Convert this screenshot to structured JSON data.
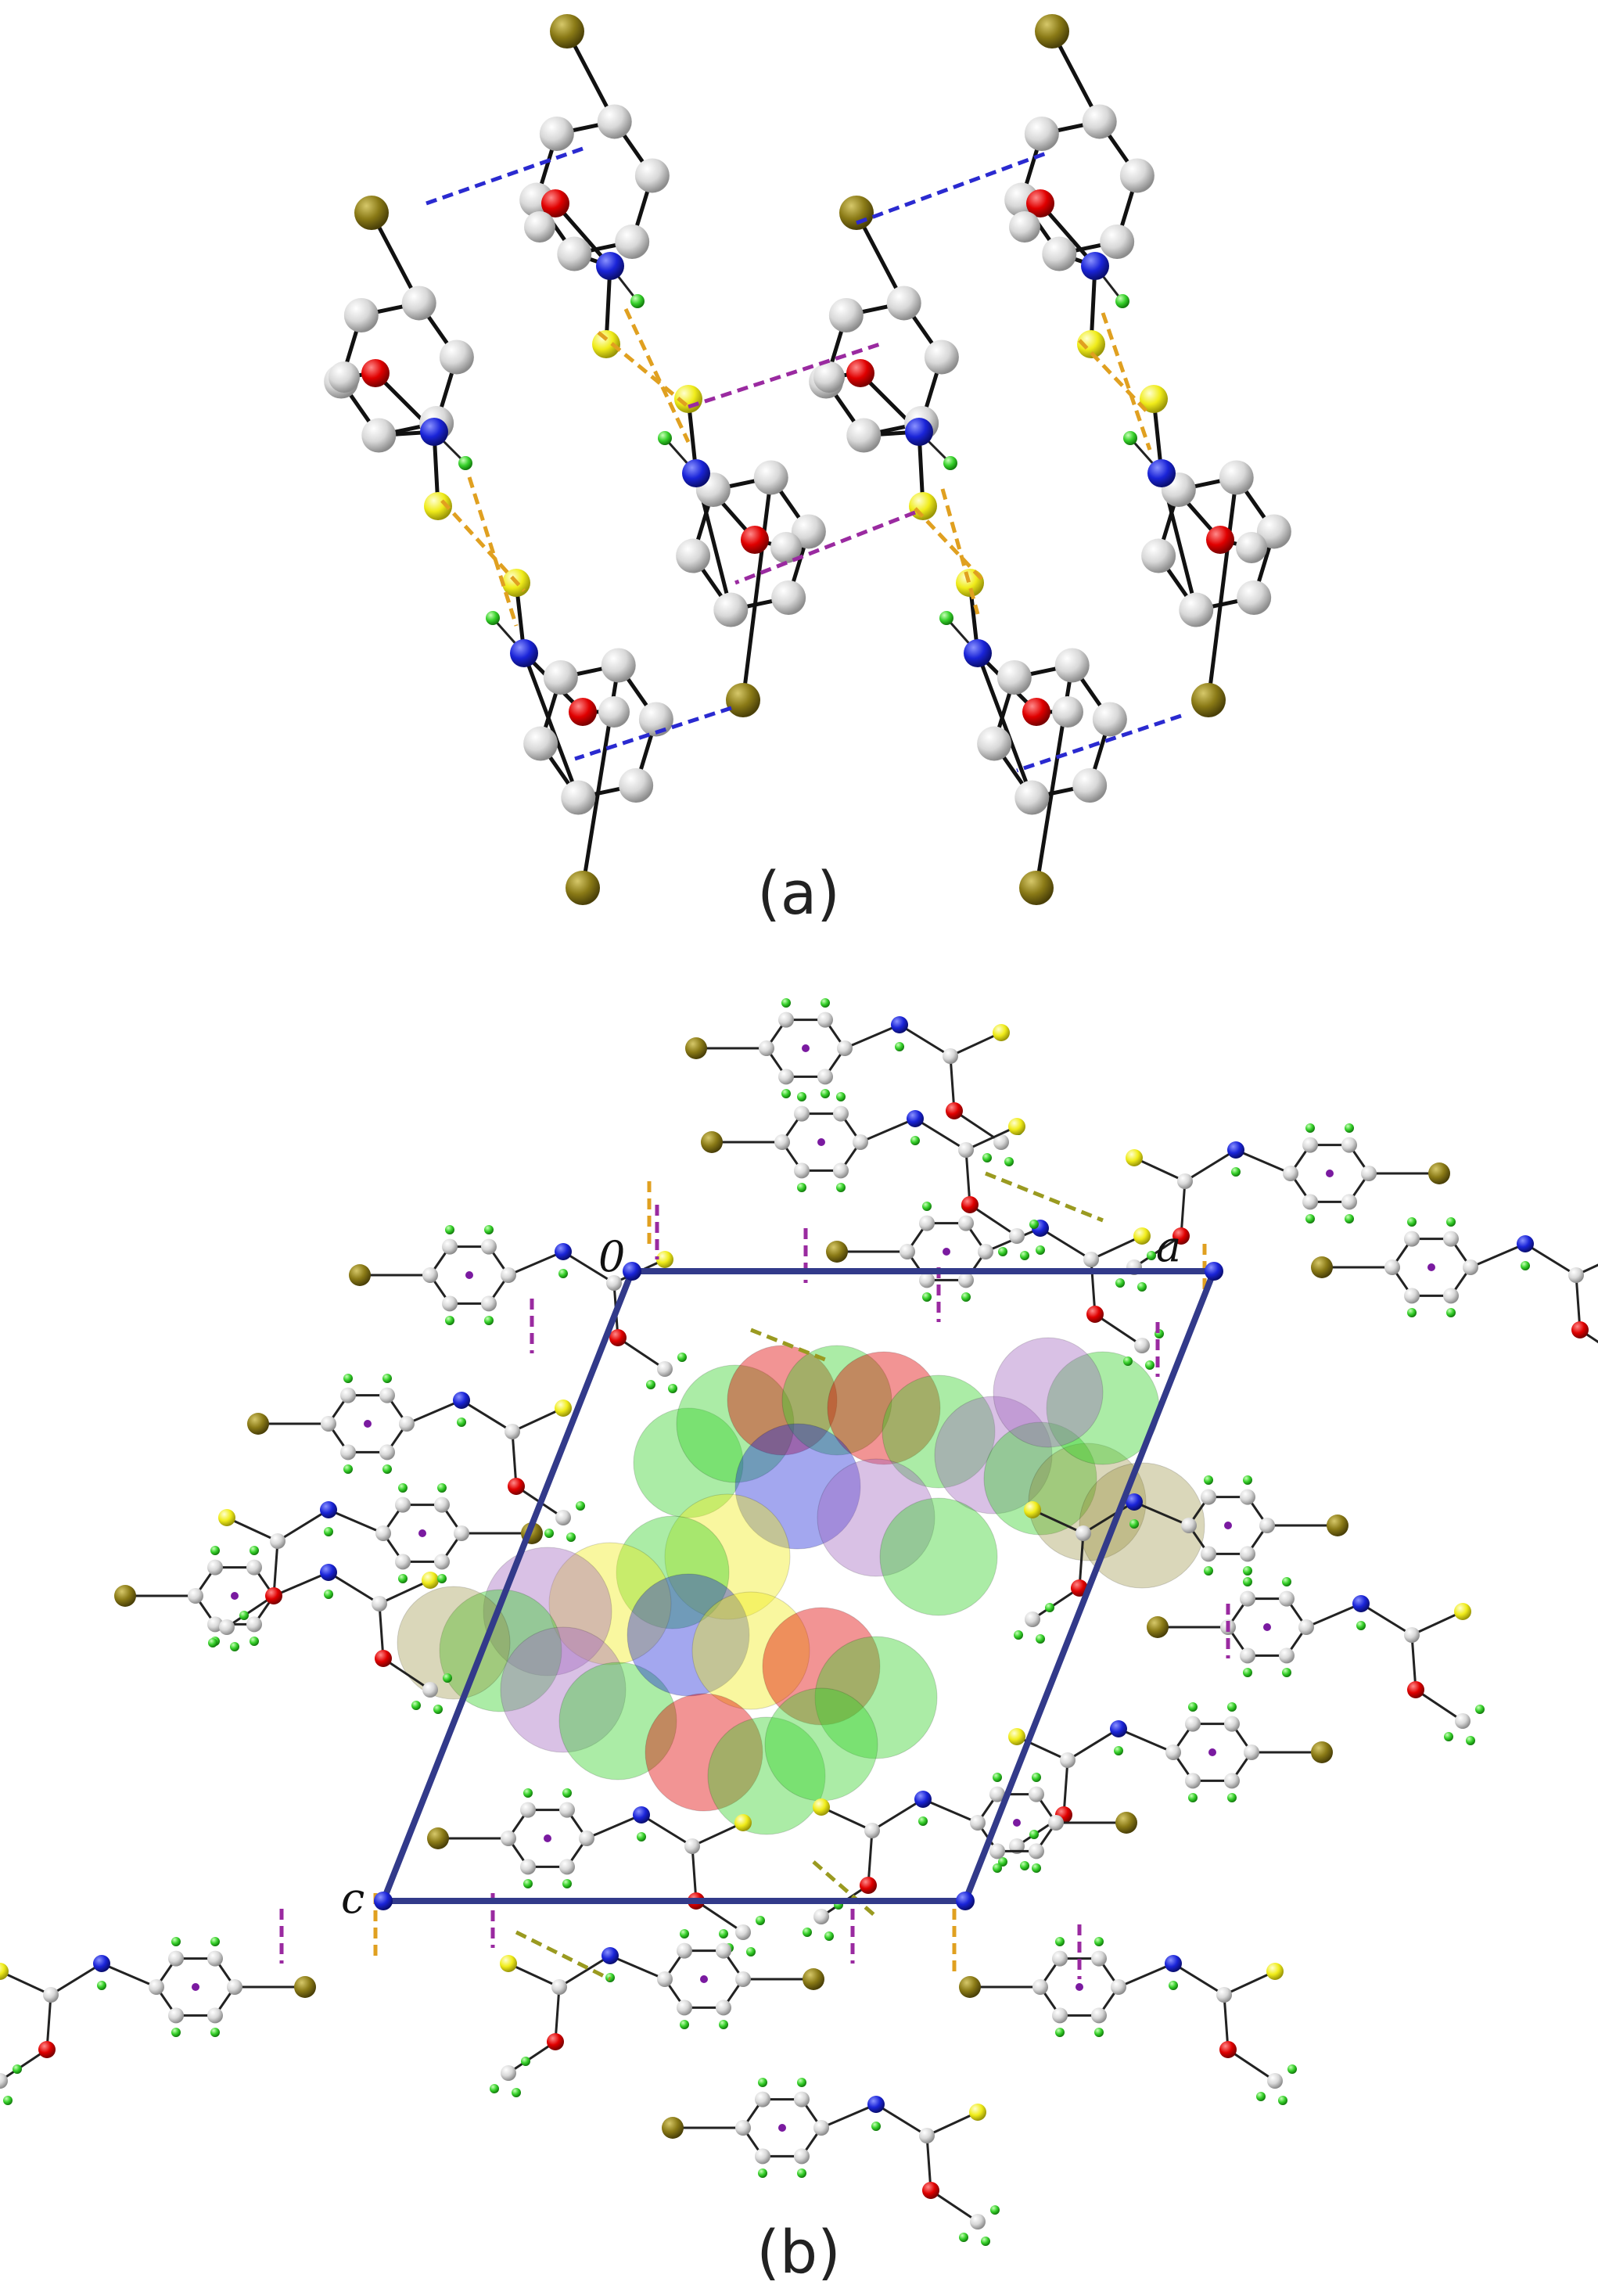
{
  "panels": [
    {
      "id": "a",
      "label": "(a)"
    },
    {
      "id": "b",
      "label": "(b)"
    }
  ],
  "cell_axes": {
    "origin": "0",
    "a": "a",
    "c": "c"
  },
  "colors": {
    "background": "#ffffff",
    "carbon": "#d8d8d8",
    "bromine": "#8a7a16",
    "oxygen": "#e00000",
    "nitrogen": "#1a24d8",
    "sulfur": "#f0ec1a",
    "hydrogen": "#37d12b",
    "centroid": "#7a1aa0",
    "hbond_orange": "#e0a020",
    "halogen_blue": "#2a2ad0",
    "pi_purple": "#9a2aa0",
    "cell_edge": "#323a8a",
    "olive_contact": "#9a9a20"
  }
}
